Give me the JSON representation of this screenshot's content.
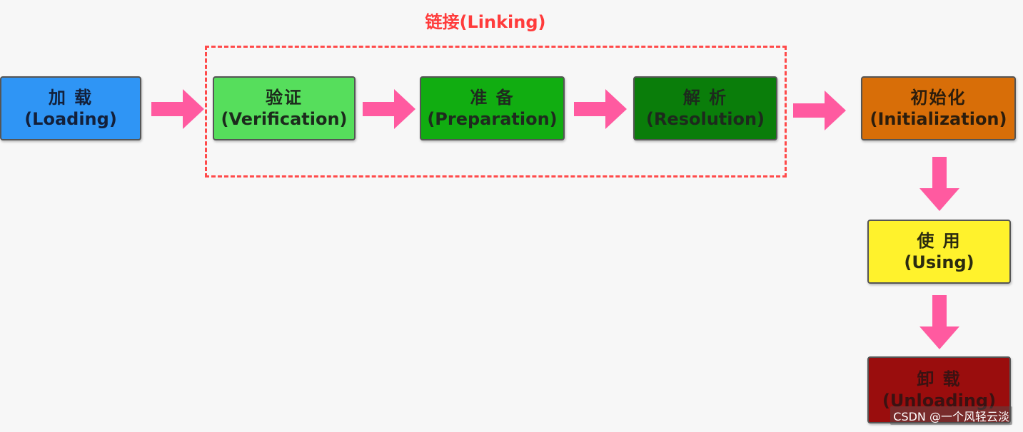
{
  "group": {
    "title": "链接(Linking)",
    "border_color": "#ff4a4a"
  },
  "stages": [
    {
      "key": "loading",
      "zh": "加 载",
      "en": "(Loading)",
      "color": "#2f95f5"
    },
    {
      "key": "verification",
      "zh": "验证",
      "en": "(Verification)",
      "color": "#56de5c"
    },
    {
      "key": "preparation",
      "zh": "准 备",
      "en": "(Preparation)",
      "color": "#11ad11"
    },
    {
      "key": "resolution",
      "zh": "解 析",
      "en": "(Resolution)",
      "color": "#0a7d0a"
    },
    {
      "key": "initialization",
      "zh": "初始化",
      "en": "(Initialization)",
      "color": "#d86e08"
    },
    {
      "key": "using",
      "zh": "使 用",
      "en": "(Using)",
      "color": "#fff22c"
    },
    {
      "key": "unloading",
      "zh": "卸 载",
      "en": "(Unloading)",
      "color": "#9a0d0d"
    }
  ],
  "arrow_color": "#ff5aa0",
  "watermark": "CSDN @一个风轻云淡"
}
